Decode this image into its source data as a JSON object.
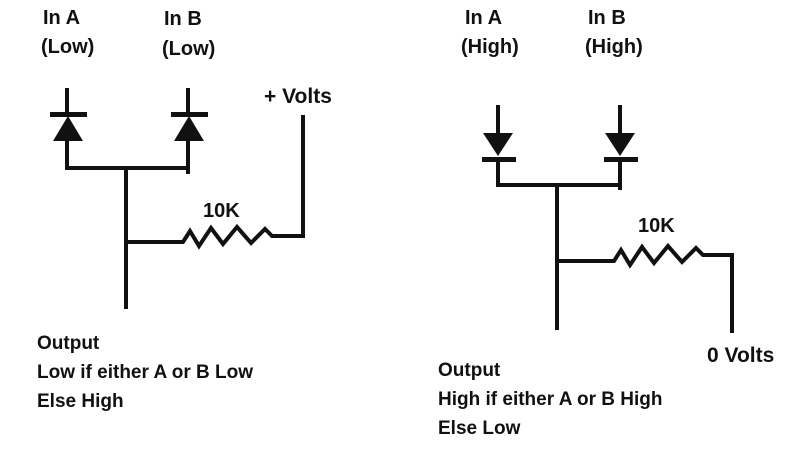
{
  "colors": {
    "ink": "#111111",
    "background": "#ffffff"
  },
  "left_circuit": {
    "input_a_name": "In A",
    "input_a_state": "(Low)",
    "input_b_name": "In B",
    "input_b_state": "(Low)",
    "supply_label": "+ Volts",
    "resistor_value": "10K",
    "output_title": "Output",
    "output_rule": "Low if either A or B Low",
    "output_else": "Else High"
  },
  "right_circuit": {
    "input_a_name": "In A",
    "input_a_state": "(High)",
    "input_b_name": "In B",
    "input_b_state": "(High)",
    "supply_label": "0 Volts",
    "resistor_value": "10K",
    "output_title": "Output",
    "output_rule": "High if either A or B High",
    "output_else": "Else Low"
  }
}
